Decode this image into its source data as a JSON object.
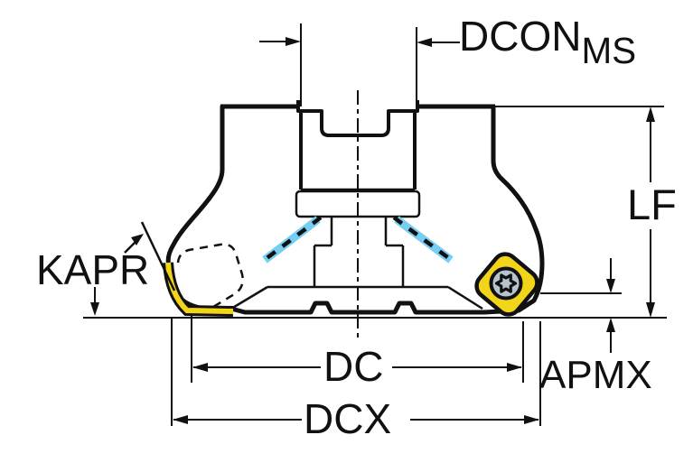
{
  "diagram": {
    "labels": {
      "dcon": {
        "text": "DCON",
        "subscript": "MS"
      },
      "lf": {
        "text": "LF"
      },
      "kapr": {
        "text": "KAPR"
      },
      "dc": {
        "text": "DC"
      },
      "dcx": {
        "text": "DCX"
      },
      "apmx": {
        "text": "APMX"
      }
    },
    "colors": {
      "background": "#ffffff",
      "line": "#111111",
      "body_fill": "#b7c3cd",
      "insert_fill": "#f2d41a",
      "coolant_blue": "#76cff2"
    }
  }
}
